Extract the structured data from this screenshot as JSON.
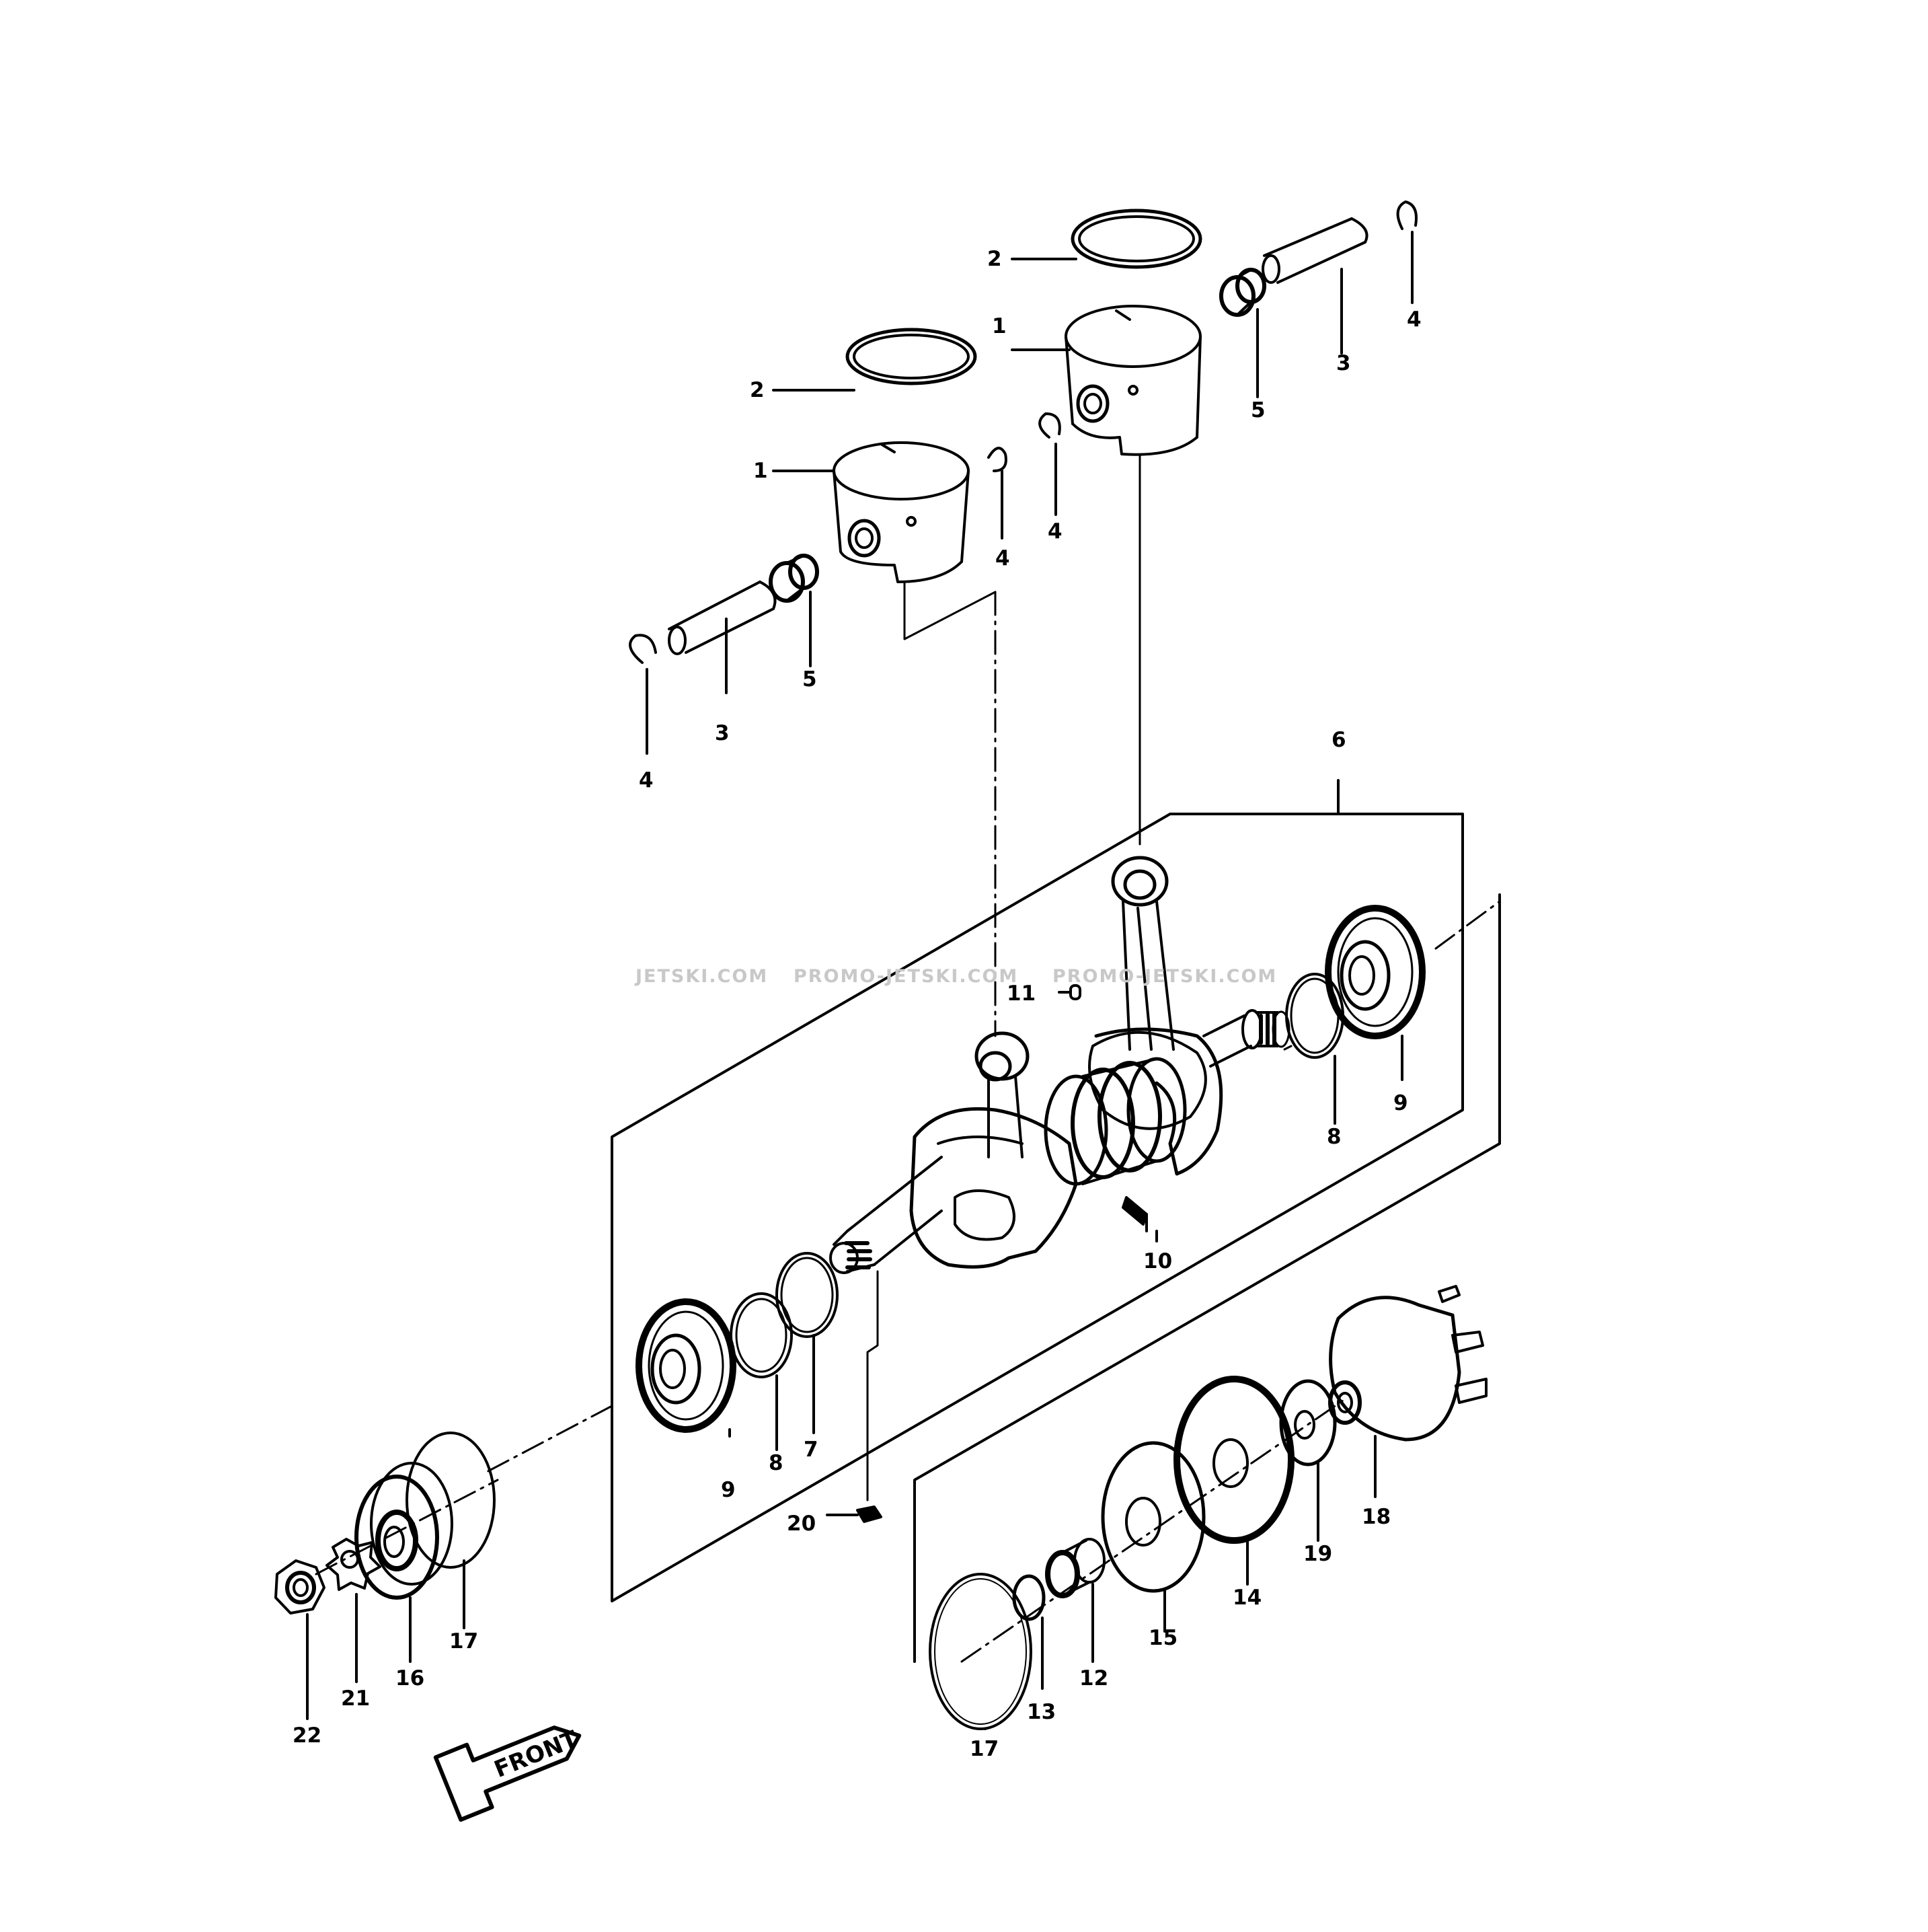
{
  "diagram": {
    "callouts": {
      "c1a": "1",
      "c1b": "1",
      "c2a": "2",
      "c2b": "2",
      "c3a": "3",
      "c3b": "3",
      "c4a": "4",
      "c4b": "4",
      "c4c": "4",
      "c4d": "4",
      "c5a": "5",
      "c5b": "5",
      "c6": "6",
      "c7": "7",
      "c8a": "8",
      "c8b": "8",
      "c9a": "9",
      "c9b": "9",
      "c10": "10",
      "c11": "11",
      "c12": "12",
      "c13": "13",
      "c14": "14",
      "c15": "15",
      "c16": "16",
      "c17a": "17",
      "c17b": "17",
      "c18": "18",
      "c19": "19",
      "c20": "20",
      "c21": "21",
      "c22": "22"
    },
    "watermark": [
      "JETSKI.COM",
      "PROMO-JETSKI.COM",
      "PROMO-JETSKI.COM"
    ],
    "front_label": "FRONT"
  },
  "colors": {
    "ink": "#000000",
    "paper": "#ffffff",
    "watermark": "#c8c8c8"
  }
}
